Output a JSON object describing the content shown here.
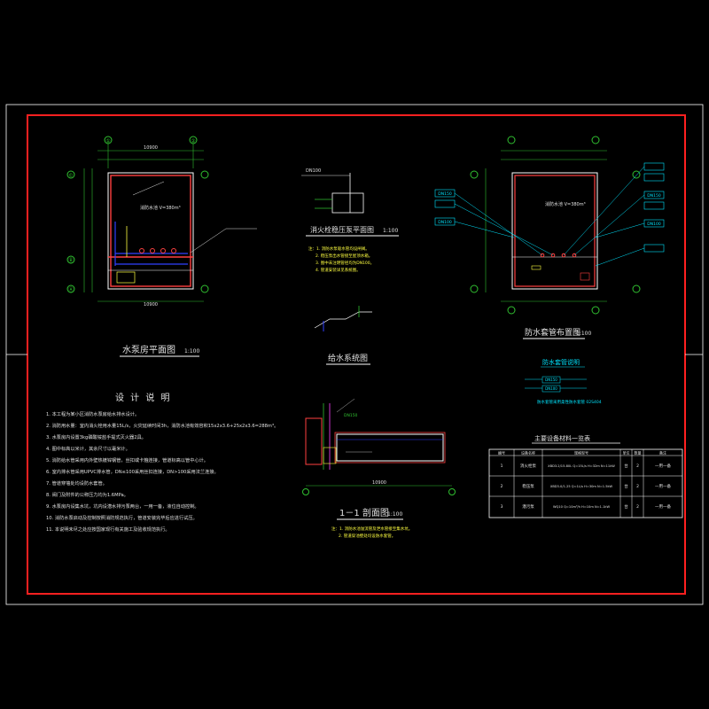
{
  "colors": {
    "background": "#000000",
    "border": "#ff2020",
    "line": "#e0e0e0",
    "dim": "#30c030",
    "pipe": "#3040ff",
    "text_cyan": "#00e5ff",
    "text_yellow": "#ffff40",
    "wall_red": "#ff4040"
  },
  "titles": {
    "plan": "水泵房平面图",
    "plan_scale": "1:100",
    "equip_plan": "消火栓稳压泵平面图",
    "equip_scale": "1:100",
    "system": "给水系统图",
    "section": "1－1 剖面图",
    "section_scale": "1:100",
    "waterproof": "防水套管布置图",
    "waterproof_scale": "1:100",
    "waterproof_legend": "防水套管说明",
    "equipment_table": "主要设备材料一览表",
    "notes": "设 计 说 明"
  },
  "plan": {
    "axes_top": [
      "①",
      "②"
    ],
    "axes_left": [
      "©",
      "Ⓑ",
      "Ⓐ"
    ],
    "dim_total": "10900",
    "room_label": "消防水池 V=380m³"
  },
  "waterproof_plan": {
    "tags": [
      "DN150",
      "DN100",
      "DN150",
      "DN100"
    ],
    "room_label": "消防水池 V=380m³"
  },
  "notes": [
    "1. 本工程为某小区消防水泵房给水排水设计。",
    "2. 消防用水量：室内消火栓用水量15L/s，火灾延续时间3h，消防水池有效容积15x2x3.6+25x2x3.6=288m³。",
    "3. 水泵房内设置3kg磷酸铵盐手提式灭火器2具。",
    "4. 图中标高以米计，其余尺寸以毫米计。",
    "5. 消防给水管采用内外壁热镀锌钢管，丝扣或卡箍连接，管道标高以管中心计。",
    "6. 室内排水管采用UPVC排水管，DN≤100采用丝扣连接，DN>100采用法兰连接。",
    "7. 管道穿墙处均设防水套管。",
    "8. 阀门及附件的公称压力均为1.6MPa。",
    "9. 水泵房内设集水坑，坑内设潜水排污泵两台，一用一备，液位自动控制。",
    "10. 消防水泵启动及控制按照消防规范执行，管道安装完毕后应进行试压。",
    "11. 本说明未尽之处应按国家现行有关施工及验收规范执行。"
  ],
  "table": {
    "headers": [
      "编号",
      "设备名称",
      "规格型号",
      "单位",
      "数量",
      "备注"
    ],
    "rows": [
      [
        "1",
        "消火栓泵",
        "XBD3.2/15-80L Q=15L/s H=32m N=11kW",
        "台",
        "2",
        "一用一备"
      ],
      [
        "2",
        "稳压泵",
        "XBD3.0/1-25 Q=1L/s H=30m N=1.5kW",
        "台",
        "2",
        "一用一备"
      ],
      [
        "3",
        "潜污泵",
        "WQ10 Q=10m³/h H=10m N=1.1kW",
        "台",
        "2",
        "一用一备"
      ]
    ]
  },
  "section": {
    "dim_total": "10900",
    "label_top": "DN150",
    "notes": [
      "注：1. 消防水池溢流管及泄水管接至集水坑。",
      "2. 管道穿池壁处均设防水套管。"
    ]
  },
  "equip_plan": {
    "pipe_label": "DN100",
    "note_lines": [
      "注：1. 消防水泵吸水管均设闸阀。",
      "2. 稳压泵出水管接至屋顶水箱。",
      "3. 图中未注明管径均为DN100。",
      "4. 管道安装详见系统图。"
    ]
  },
  "waterproof_legend": {
    "items": [
      "DN150",
      "DN100"
    ],
    "note": "防水套管采用柔性防水套管 02S404"
  }
}
